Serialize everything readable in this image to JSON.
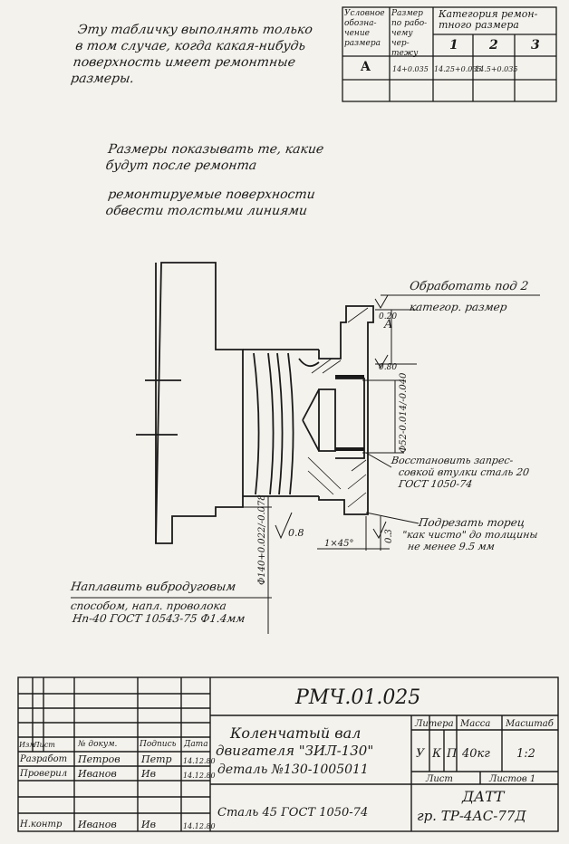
{
  "notes": {
    "repair_table_note": "Эту табличку выполнять только\nв том случае, когда какая-нибудь\nповерхность имеет ремонтные\nразмеры.",
    "sizes_note": "Размеры показывать те, какие\nбудут после ремонта",
    "bold_lines_note": "ремонтируемые поверхности\nобвести толстыми линиями"
  },
  "repair_table": {
    "col_designation": "Условное\nобозна-\nчение\nразмера",
    "col_drawing_size": "Размер\nпо рабо-\nчему чер-\nтежу",
    "col_category": "Категория ремон-\nтного размера",
    "categories": [
      "1",
      "2",
      "3"
    ],
    "row": {
      "designation": "A",
      "drawing_size": "14+0.035",
      "cat1": "14.25+0.035",
      "cat2": "14.5+0.035",
      "cat3": ""
    }
  },
  "callouts": {
    "machine": "Обработать под 2",
    "machine_2": "категор. размер",
    "restore": "Восстановить запрес-",
    "restore_2": "совкой втулки сталь 20",
    "restore_3": "ГОСТ 1050-74",
    "trim": "Подрезать торец",
    "trim_2": "\"как чисто\" до толщины",
    "trim_3": "не менее 9.5 мм",
    "weld": "Наплавить вибродуговым",
    "weld_2": "способом, напл. проволока",
    "weld_3": "Нп-40 ГОСТ 10543-75 Ф1.4мм"
  },
  "dimensions": {
    "dim_a": "A",
    "r_top": "0.20",
    "r_mid": "0.80",
    "bore": "Ф52-0.014/-0.040",
    "shaft": "Ф140+0.022/-0.078",
    "rough_08": "0.8",
    "rough_03": "0.3",
    "chamfer": "1×45°"
  },
  "title_block": {
    "doc_number": "РМЧ.01.025",
    "part_name_1": "Коленчатый вал",
    "part_name_2": "двигателя \"ЗИЛ-130\"",
    "part_name_3": "деталь №130-1005011",
    "material": "Сталь 45  ГОСТ 1050-74",
    "org_1": "ДАТТ",
    "org_2": "гр. ТР-4АС-77Д",
    "hdr_letter": "Литера",
    "hdr_mass": "Масса",
    "hdr_scale": "Масштаб",
    "letters": [
      "У",
      "К",
      "П"
    ],
    "mass": "40кг",
    "scale": "1:2",
    "sheet_label": "Лист",
    "sheets_label": "Листов 1",
    "hdr_change": "Изм",
    "hdr_sheet": "Лист",
    "hdr_docno": "№ докум.",
    "hdr_sign": "Подпись",
    "hdr_date": "Дата",
    "rows": [
      {
        "role": "Разработ",
        "name": "Петров",
        "sign": "Петр",
        "date": "14.12.80"
      },
      {
        "role": "Проверил",
        "name": "Иванов",
        "sign": "Ив",
        "date": "14.12.80"
      },
      {
        "role": "Н.контр",
        "name": "Иванов",
        "sign": "Ив",
        "date": "14.12.80"
      }
    ]
  }
}
